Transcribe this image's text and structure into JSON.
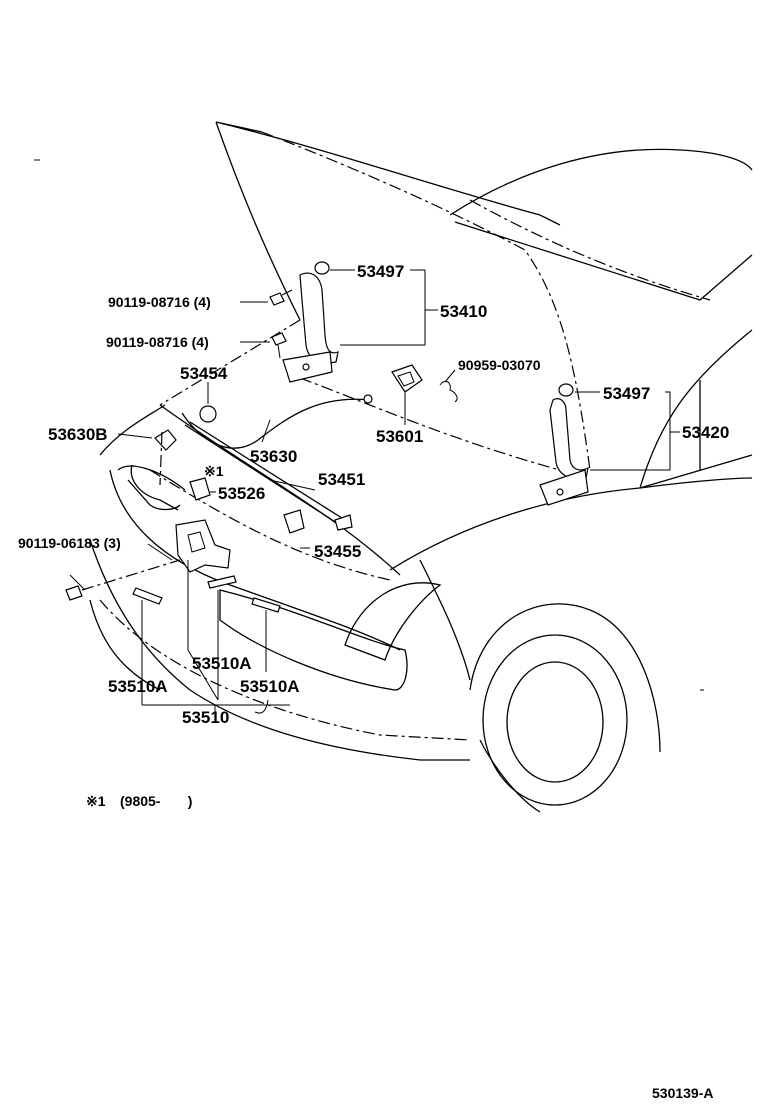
{
  "callouts": {
    "p53497_top": "53497",
    "p53410": "53410",
    "bolt_a": "90119-08716 (4)",
    "bolt_b": "90119-08716 (4)",
    "p90959": "90959-03070",
    "p53497_right": "53497",
    "p53420": "53420",
    "p53454": "53454",
    "p53630B": "53630B",
    "p53601": "53601",
    "p53630": "53630",
    "note_mark": "※1",
    "p53526": "53526",
    "p53451": "53451",
    "bolt_c": "90119-06183 (3)",
    "p53455": "53455",
    "p53510A_mid": "53510A",
    "p53510A_left": "53510A",
    "p53510A_right": "53510A",
    "p53510": "53510"
  },
  "footnote": {
    "mark": "※1",
    "text": "(9805-       )"
  },
  "diagram_code": "530139-A"
}
